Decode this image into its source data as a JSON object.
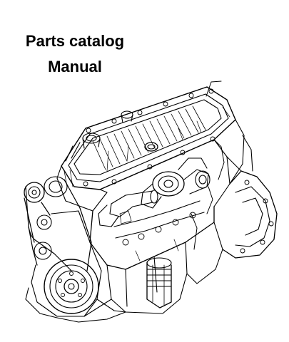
{
  "document": {
    "title_line1": "Parts catalog",
    "title_line2": "Manual"
  },
  "illustration": {
    "subject": "engine-line-drawing",
    "stroke_color": "#000000",
    "background": "#ffffff"
  }
}
